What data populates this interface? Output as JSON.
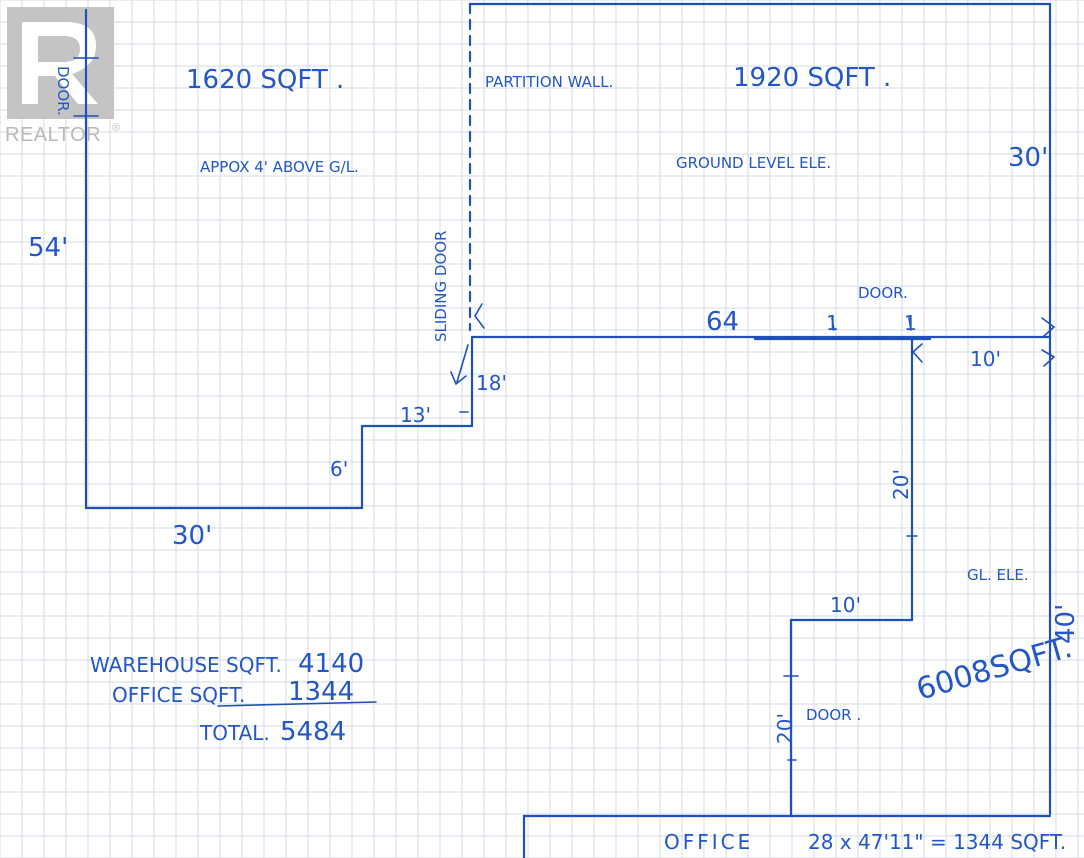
{
  "watermark": {
    "brand": "REALTOR",
    "mark": "®"
  },
  "labels": {
    "door_left": "DOOR.",
    "sqft_left": "1620 SQFT .",
    "partition": "PARTITION WALL.",
    "sqft_right": "1920 SQFT .",
    "above_gl": "APPOX 4' ABOVE G/L.",
    "ground_level": "GROUND LEVEL ELE.",
    "dim_30_top": "30'",
    "dim_54": "54'",
    "sliding_door": "SLIDING DOOR",
    "door_top": "DOOR.",
    "dim_64": "64",
    "dim_1a": "1",
    "dim_1b": "1",
    "dim_10_top": "10'",
    "dim_18": "18'",
    "dim_13": "13'",
    "dim_6": "6'",
    "dim_30_bottom": "30'",
    "dim_20_upper": "20'",
    "gl_ele": "GL. ELE.",
    "dim_10_mid": "10'",
    "dim_40": "40'",
    "sqft_6008": "6008SQFT.",
    "dim_20_lower": "20'",
    "door_office": "DOOR .",
    "office": "OFFICE",
    "office_calc": "28 x 47'11\" = 1344 SQFT."
  },
  "summary": {
    "warehouse_label": "WAREHOUSE SQFT.",
    "warehouse_value": "4140",
    "office_label": "OFFICE SQFT.",
    "office_value": "1344",
    "total_label": "TOTAL.",
    "total_value": "5484"
  },
  "colors": {
    "ink": "#1f4fb8",
    "grid": "#c9d3df",
    "watermark": "#b9b9b9"
  }
}
